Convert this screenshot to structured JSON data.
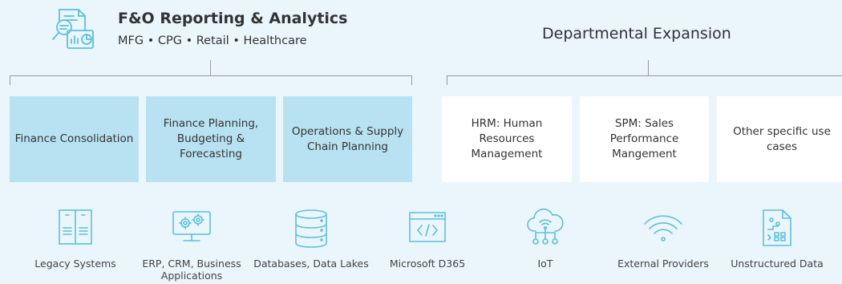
{
  "header": {
    "title": "F&O Reporting & Analytics",
    "subtitle": "MFG • CPG • Retail • Healthcare",
    "expansion_title": "Departmental Expansion"
  },
  "fo_boxes": [
    {
      "label": "Finance Consolidation"
    },
    {
      "label": "Finance Planning, Budgeting & Forecasting"
    },
    {
      "label": "Operations & Supply Chain Planning"
    }
  ],
  "dept_boxes": [
    {
      "label": "HRM: Human Resources Management"
    },
    {
      "label": "SPM: Sales Performance Mangement"
    },
    {
      "label": "Other specific use cases"
    }
  ],
  "sources": [
    {
      "label": "Legacy Systems",
      "icon": "server-icon"
    },
    {
      "label": "ERP, CRM, Business Applications",
      "icon": "monitor-gears-icon"
    },
    {
      "label": "Databases, Data Lakes",
      "icon": "database-icon"
    },
    {
      "label": "Microsoft D365",
      "icon": "code-window-icon"
    },
    {
      "label": "IoT",
      "icon": "cloud-network-icon"
    },
    {
      "label": "External Providers",
      "icon": "wifi-icon"
    },
    {
      "label": "Unstructured Data",
      "icon": "data-file-icon"
    }
  ],
  "colors": {
    "background": "#eaf6fb",
    "accent_box": "#b8e2f1",
    "dept_box": "#ffffff",
    "icon_stroke": "#5bbfe0"
  }
}
